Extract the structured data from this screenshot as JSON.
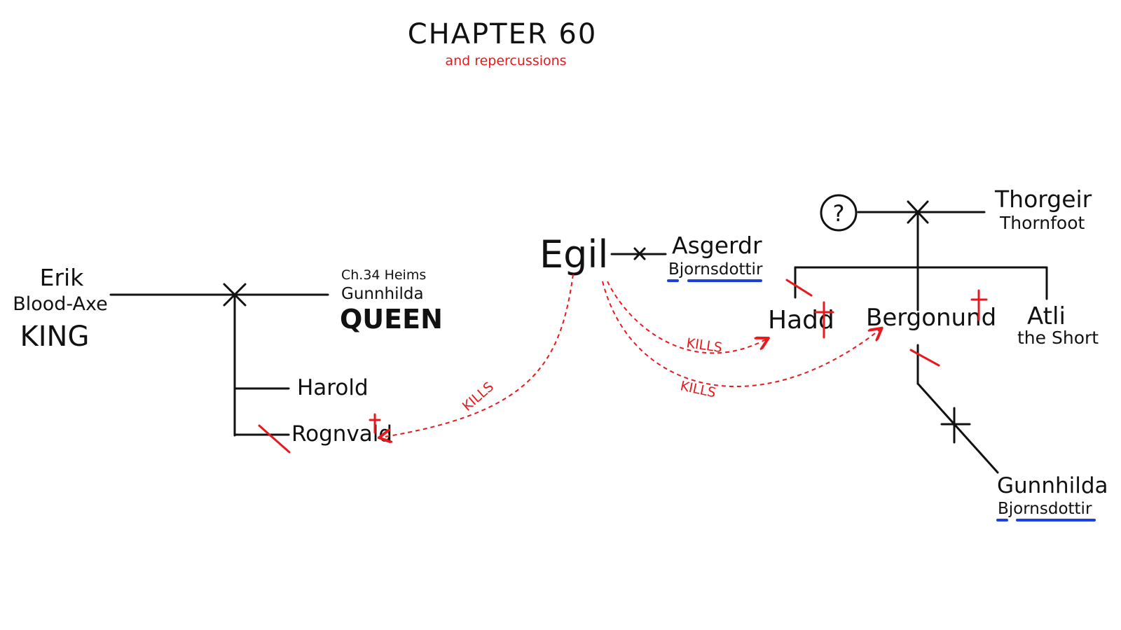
{
  "title": "CHAPTER 60",
  "subtitle": "and repercussions",
  "people": {
    "erik": {
      "name": "Erik",
      "epithet": "Blood-Axe",
      "role": "KING"
    },
    "gunnhilda_queen": {
      "note": "Ch.34 Heims",
      "name": "Gunnhilda",
      "role": "QUEEN"
    },
    "harold": {
      "name": "Harold"
    },
    "rognvald": {
      "name": "Rognvald"
    },
    "egil": {
      "name": "Egil"
    },
    "asgerdr": {
      "name": "Asgerdr",
      "surname": "Bjornsdottir"
    },
    "unknown": {
      "symbol": "?"
    },
    "thorgeir": {
      "name": "Thorgeir",
      "epithet": "Thornfoot"
    },
    "hadd": {
      "name": "Hadd"
    },
    "bergonund": {
      "name": "Bergonund"
    },
    "atli": {
      "name": "Atli",
      "epithet": "the Short"
    },
    "gunnhilda_b": {
      "name": "Gunnhilda",
      "surname": "Bjornsdottir"
    }
  },
  "relations": {
    "kills_label": "KILLS"
  },
  "colors": {
    "ink": "#111111",
    "accent_red": "#e8191d",
    "underline_blue": "#1e3fe0"
  }
}
